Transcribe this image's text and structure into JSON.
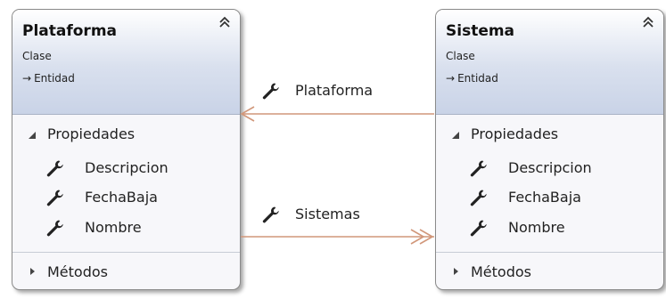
{
  "classes": [
    {
      "name": "Plataforma",
      "kind": "Clase",
      "base_arrow": "→",
      "base": "Entidad",
      "properties_label": "Propiedades",
      "properties": [
        "Descripcion",
        "FechaBaja",
        "Nombre"
      ],
      "methods_label": "Métodos"
    },
    {
      "name": "Sistema",
      "kind": "Clase",
      "base_arrow": "→",
      "base": "Entidad",
      "properties_label": "Propiedades",
      "properties": [
        "Descripcion",
        "FechaBaja",
        "Nombre"
      ],
      "methods_label": "Métodos"
    }
  ],
  "associations": [
    {
      "label": "Plataforma",
      "from": "Sistema",
      "to": "Plataforma",
      "arrowhead": "open",
      "icon": "wrench-icon"
    },
    {
      "label": "Sistemas",
      "from": "Plataforma",
      "to": "Sistema",
      "arrowhead": "double-open",
      "icon": "wrench-icon"
    }
  ],
  "colors": {
    "connector": "#d1977a",
    "header_gradient_end": "#c9d3e7",
    "wrench": "#222222"
  }
}
